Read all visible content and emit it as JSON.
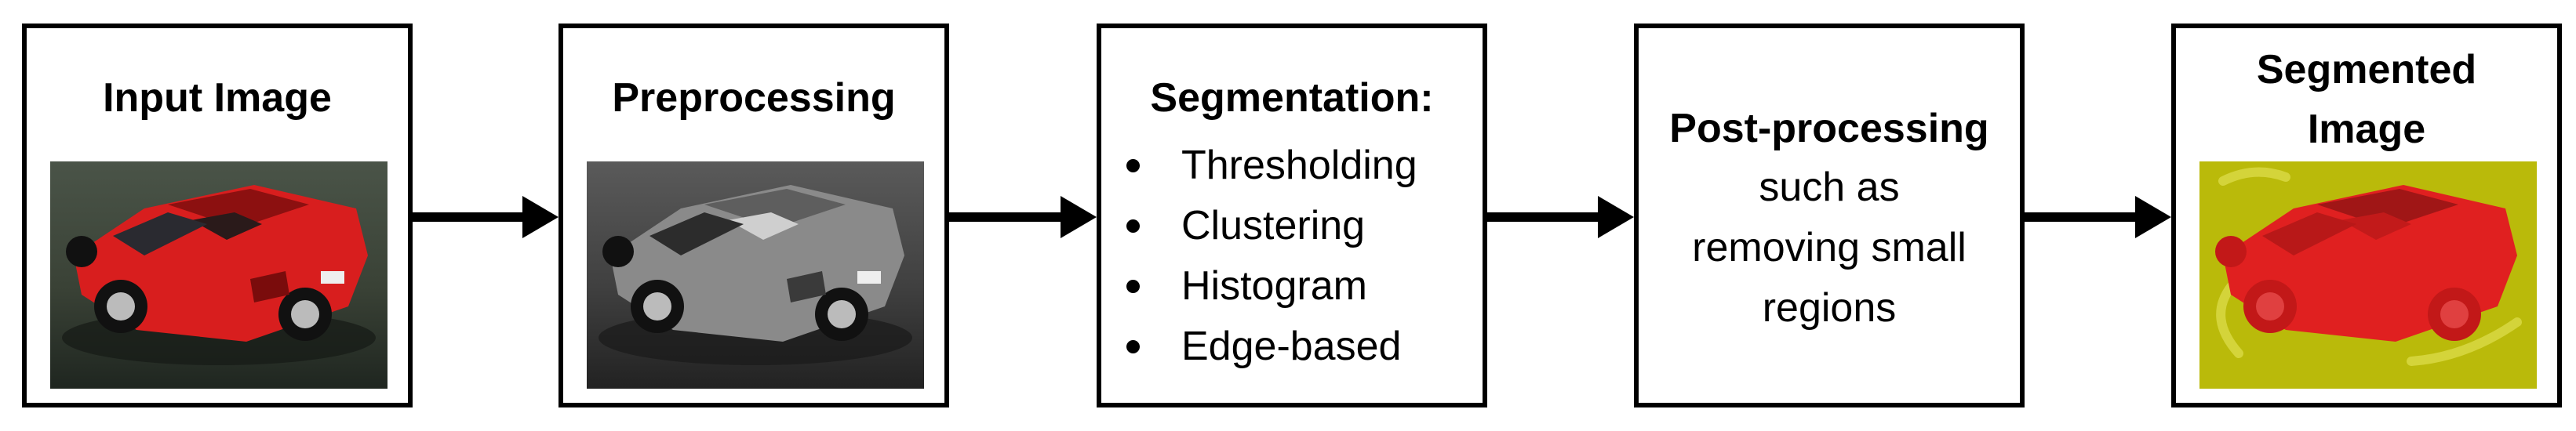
{
  "steps": {
    "input": {
      "title": "Input Image",
      "image_icon": "red-sports-car-photo"
    },
    "preprocessing": {
      "title": "Preprocessing",
      "image_icon": "grayscale-sports-car-photo"
    },
    "segmentation": {
      "title": "Segmentation:",
      "methods": [
        "Thresholding",
        "Clustering",
        "Histogram",
        "Edge-based"
      ]
    },
    "postprocessing": {
      "title": "Post-processing",
      "lines": [
        "such as",
        "removing small",
        "regions"
      ]
    },
    "output": {
      "title_lines": [
        "Segmented",
        "Image"
      ],
      "image_icon": "segmented-car-overlay"
    }
  },
  "colors": {
    "car_red": "#d81e1e",
    "overlay_yellow": "#c8c800",
    "arrow": "#000000"
  }
}
